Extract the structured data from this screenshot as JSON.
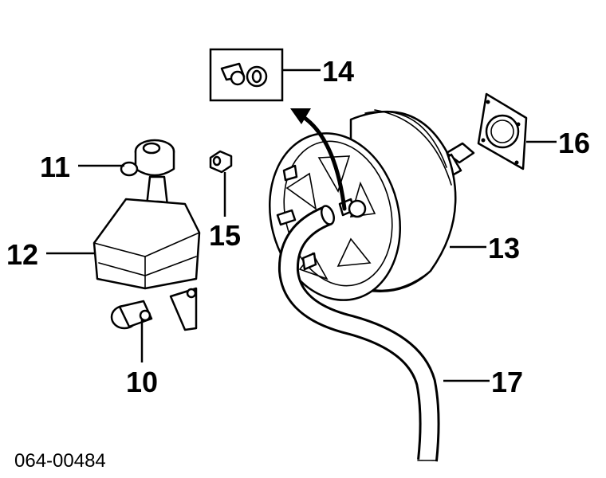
{
  "diagram": {
    "document_code": "064-00484",
    "callouts": {
      "c10": "10",
      "c11": "11",
      "c12": "12",
      "c13": "13",
      "c14": "14",
      "c15": "15",
      "c16": "16",
      "c17": "17"
    }
  }
}
